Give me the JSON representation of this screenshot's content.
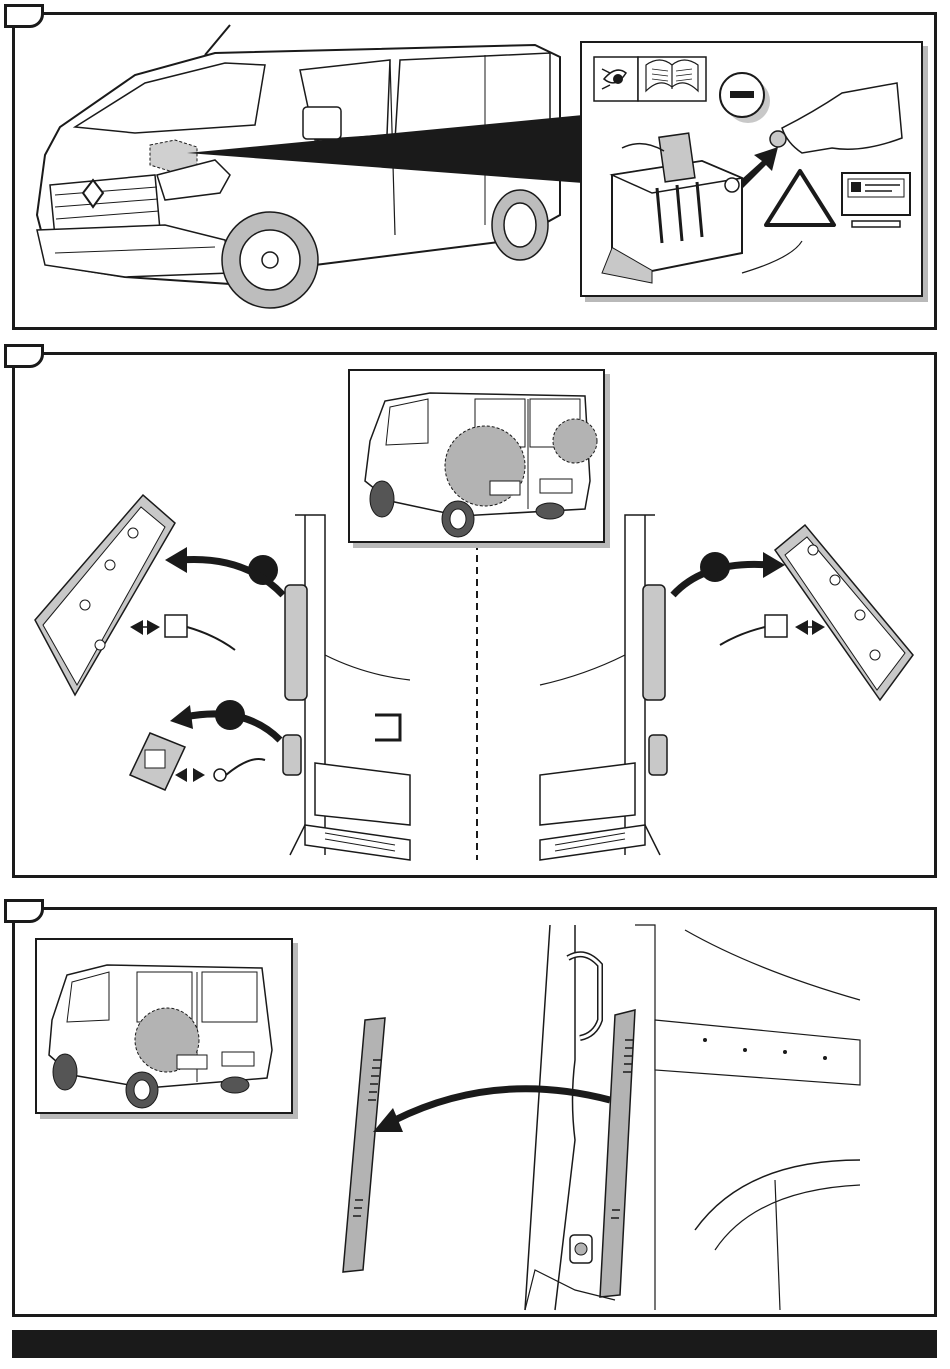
{
  "steps": [
    {
      "number": ""
    },
    {
      "number": ""
    },
    {
      "number": ""
    }
  ],
  "icons": {
    "step1": [
      "van-front-illustration",
      "eye-icon",
      "manual-book-icon",
      "minus-terminal-icon",
      "battery-illustration",
      "warning-triangle-icon",
      "display-screen-icon",
      "hand-icon"
    ],
    "step2": [
      "van-rear-inset",
      "left-tail-lamp-panel",
      "right-tail-lamp-panel",
      "connector-icon",
      "plate-lamp-icon"
    ],
    "step3": [
      "van-rear-inset",
      "trim-strip",
      "door-pillar-illustration"
    ]
  },
  "colors": {
    "line": "#1a1a1a",
    "shade": "#b3b3b3",
    "light_shade": "#d9d9d9"
  }
}
